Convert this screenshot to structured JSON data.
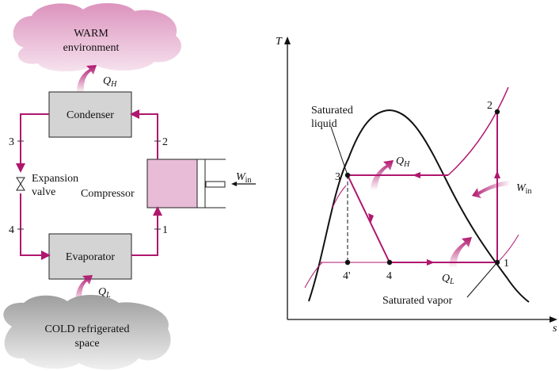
{
  "colors": {
    "cycle": "#b0166e",
    "warm_cloud": "#e9b5d3",
    "cold_cloud": "#bfbfbf",
    "component_fill": "#d4d4d4",
    "compressor_fill": "#e8bcd7",
    "dome": "#111111"
  },
  "schematic": {
    "warm_cloud": {
      "line1": "WARM",
      "line2": "environment"
    },
    "cold_cloud": {
      "line1": "COLD refrigerated",
      "line2": "space"
    },
    "condenser": "Condenser",
    "evaporator": "Evaporator",
    "compressor": "Compressor",
    "expansion_valve": {
      "line1": "Expansion",
      "line2": "valve"
    },
    "qh": {
      "main": "Q",
      "sub": "H"
    },
    "ql": {
      "main": "Q",
      "sub": "L"
    },
    "win": {
      "main": "W",
      "sub": "in"
    },
    "state_labels": {
      "s1": "1",
      "s2": "2",
      "s3": "3",
      "s4": "4"
    }
  },
  "ts_diagram": {
    "axis_y": "T",
    "axis_x": "s",
    "saturated_liquid": {
      "line1": "Saturated",
      "line2": "liquid"
    },
    "saturated_vapor": "Saturated vapor",
    "qh": {
      "main": "Q",
      "sub": "H"
    },
    "ql": {
      "main": "Q",
      "sub": "L"
    },
    "win": {
      "main": "W",
      "sub": "in"
    },
    "points": {
      "p1": "1",
      "p2": "2",
      "p3": "3",
      "p4": "4",
      "p4prime": "4'"
    }
  }
}
